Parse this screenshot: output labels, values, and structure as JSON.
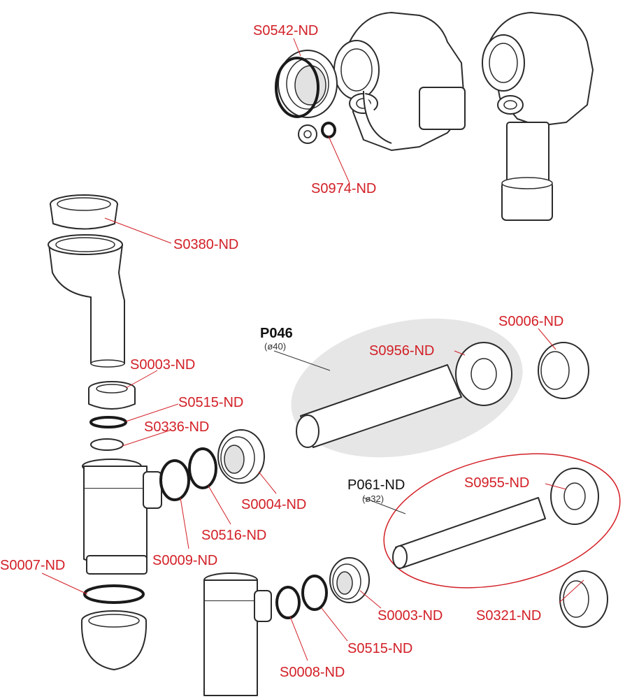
{
  "labels": {
    "s0542": "S0542-ND",
    "s0974": "S0974-ND",
    "s0380": "S0380-ND",
    "p046": "P046",
    "p046_dia": "(ø40)",
    "s0956": "S0956-ND",
    "s0006": "S0006-ND",
    "s0003_top": "S0003-ND",
    "s0515_top": "S0515-ND",
    "s0336": "S0336-ND",
    "s0004": "S0004-ND",
    "s0516": "S0516-ND",
    "s0009": "S0009-ND",
    "p061": "P061-ND",
    "p061_dia": "(ø32)",
    "s0955": "S0955-ND",
    "s0007": "S0007-ND",
    "s0003_bottom": "S0003-ND",
    "s0321": "S0321-ND",
    "s0515_bottom": "S0515-ND",
    "s0008": "S0008-ND"
  },
  "colors": {
    "label_red": "#d21f26",
    "highlight_grey": "#e6e6e6",
    "outline": "#2b2b2b"
  }
}
